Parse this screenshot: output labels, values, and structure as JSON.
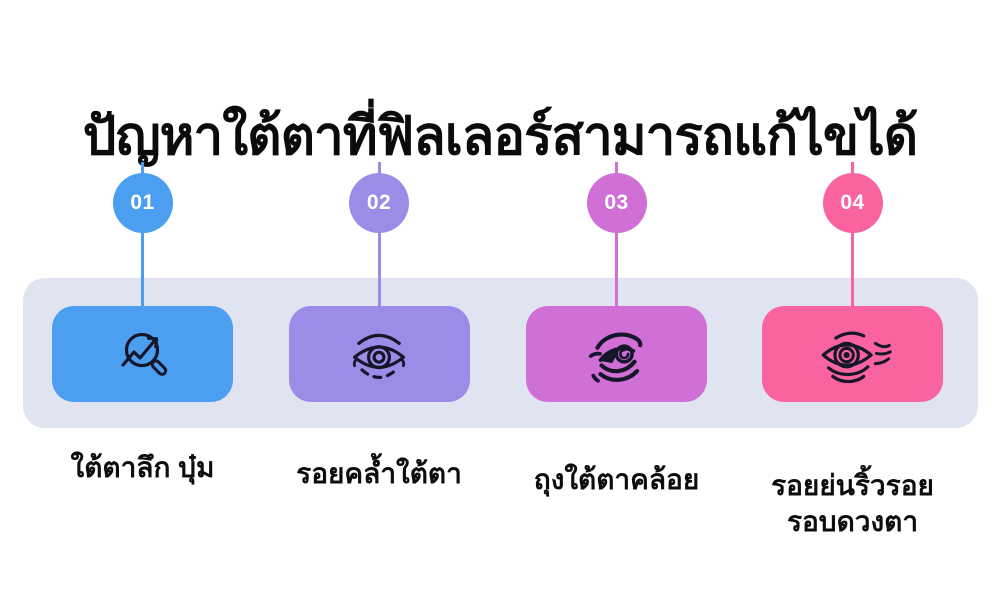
{
  "page": {
    "background": "#FFFFFF"
  },
  "title": {
    "text": "ปัญหาใต้ตาที่ฟิลเลอร์สามารถแก้ไขได้",
    "color": "#0B0B0B"
  },
  "band": {
    "color": "#E0E4F0"
  },
  "icon_stroke": "#16162B",
  "label_color": "#0D0D0D",
  "number_text_color": "#FFFFFF",
  "items": [
    {
      "number": "01",
      "label": "ใต้ตาลึก บุ๋ม",
      "accent": "#4C9FF0",
      "icon": "magnifier-trend-icon"
    },
    {
      "number": "02",
      "label": "รอยคล้ำใต้ตา",
      "accent": "#9C8CE8",
      "icon": "eye-dark-circles-icon"
    },
    {
      "number": "03",
      "label": "ถุงใต้ตาคล้อย",
      "accent": "#D06FD6",
      "icon": "under-eye-bag-icon"
    },
    {
      "number": "04",
      "label": "รอยย่นริ้วรอย\nรอบดวงตา",
      "accent": "#F9639F",
      "icon": "eye-wrinkles-icon"
    }
  ]
}
